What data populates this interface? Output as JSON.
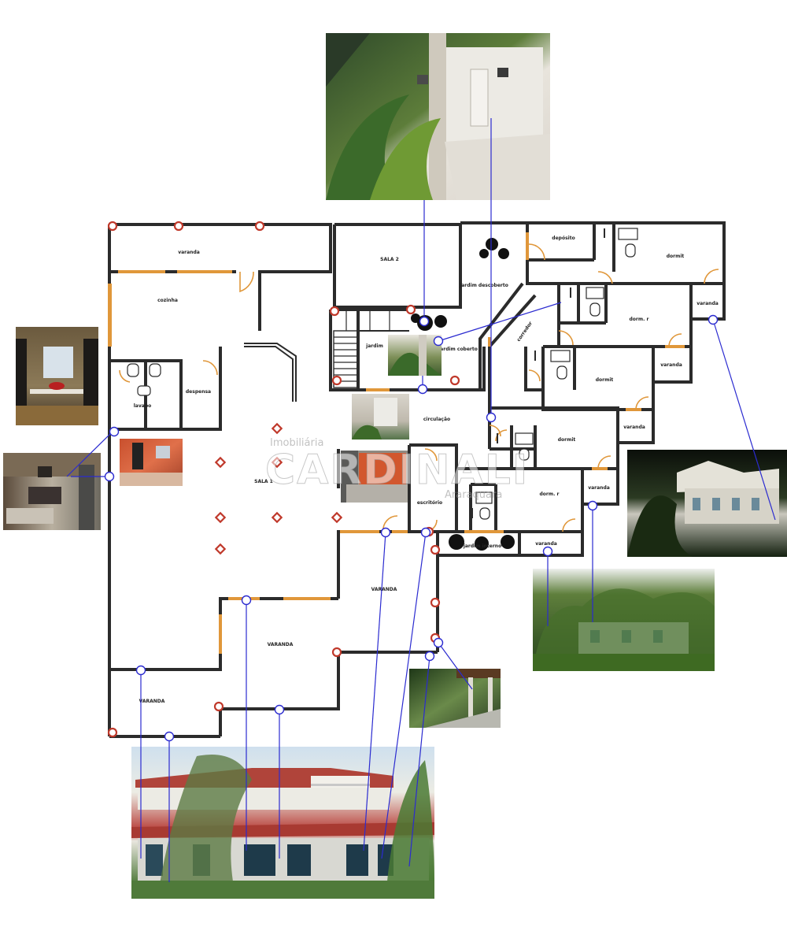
{
  "watermark": {
    "brand_top": "Imobiliária",
    "brand_main": "CARDINALI",
    "brand_sub": "Araraquara"
  },
  "rooms": [
    {
      "key": "r-top-left",
      "label": "varanda"
    },
    {
      "key": "r-sala2",
      "label": "SALA 2"
    },
    {
      "key": "r-jardim-descoberto",
      "label": "jardim descoberto"
    },
    {
      "key": "r-deposito",
      "label": "depósito"
    },
    {
      "key": "r-dormitorio-top",
      "label": "dormit"
    },
    {
      "key": "r-varanda-right1",
      "label": "varanda"
    },
    {
      "key": "r-cozinha",
      "label": "cozinha"
    },
    {
      "key": "r-jardim-coberto",
      "label": "jardim"
    },
    {
      "key": "r-jardim-coberto2",
      "label": "jardim coberto"
    },
    {
      "key": "r-corredor",
      "label": "corredor"
    },
    {
      "key": "r-dorm2",
      "label": "dorm. r"
    },
    {
      "key": "r-varanda-right2",
      "label": "varanda"
    },
    {
      "key": "r-dorm3",
      "label": "dormit"
    },
    {
      "key": "r-varanda-right3",
      "label": "varanda"
    },
    {
      "key": "r-lavabo",
      "label": "lavabo"
    },
    {
      "key": "r-despensa",
      "label": "despensa"
    },
    {
      "key": "r-circulacao",
      "label": "circulação"
    },
    {
      "key": "r-dorm4",
      "label": "dormit"
    },
    {
      "key": "r-sala1",
      "label": "SALA 1"
    },
    {
      "key": "r-escritorio",
      "label": "escritório"
    },
    {
      "key": "r-dorm5",
      "label": "dorm. r"
    },
    {
      "key": "r-varanda-right4",
      "label": "varanda"
    },
    {
      "key": "r-jardim-interno",
      "label": "jardim interno"
    },
    {
      "key": "r-varanda-right5",
      "label": "varanda"
    },
    {
      "key": "r-varanda-mid",
      "label": "VARANDA"
    },
    {
      "key": "r-varanda-main",
      "label": "VARANDA"
    },
    {
      "key": "r-varanda-bl",
      "label": "VARANDA"
    }
  ],
  "photos": [
    {
      "key": "p-top",
      "subject": "interior corridor with indoor garden"
    },
    {
      "key": "p-lavabo",
      "subject": "lavabo with mirror and red vessel sink"
    },
    {
      "key": "p-living",
      "subject": "living room with sofas"
    },
    {
      "key": "p-orange-room",
      "subject": "room with orange walls"
    },
    {
      "key": "p-garden-center",
      "subject": "small indoor garden"
    },
    {
      "key": "p-circulation",
      "subject": "circulation hallway"
    },
    {
      "key": "p-orange-center",
      "subject": "interior with orange wall"
    },
    {
      "key": "p-night",
      "subject": "house facade at night"
    },
    {
      "key": "p-trees-right",
      "subject": "garden with trees and house"
    },
    {
      "key": "p-veranda-small",
      "subject": "covered veranda with plants"
    },
    {
      "key": "p-facade-bottom",
      "subject": "main facade with palm trees"
    }
  ],
  "colors": {
    "wall": "#2b2b2b",
    "column": "#c0392b",
    "door_window": "#e0973a",
    "link_line": "#2b2bd0"
  }
}
